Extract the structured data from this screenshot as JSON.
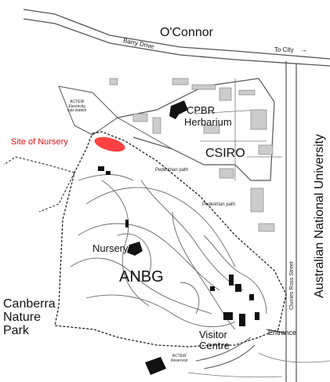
{
  "labels": {
    "oconnor": "O'Connor",
    "barry_drive": "Barry Drive",
    "to_city": "To City",
    "to_city_arrow": "→",
    "actew_sub": [
      "ACTEW",
      "Electricity",
      "sub-station"
    ],
    "site_of_nursery": "Site of Nursery",
    "cpbr": "CPBR",
    "herbarium": "Herbarium",
    "csiro": "CSIRO",
    "pedestrian_path_1": "Pedestrian path",
    "pedestrian_path_2": "Pedestrian path",
    "anu": "Australian National University",
    "clunies_ross": "Clunies Ross Street",
    "nursery": "Nursery",
    "anbg": "ANBG",
    "canberra": "Canberra",
    "nature": "Nature",
    "park": "Park",
    "visitor": "Visitor",
    "centre": "Centre",
    "entrance": "Entrance",
    "actew_reservoir": [
      "ACTEW",
      "Reservoir"
    ]
  },
  "colors": {
    "road": "#555555",
    "building": "#111111",
    "csiro_building": "#cccccc",
    "highlight": "#ff2020",
    "label_red": "#dd1111"
  }
}
